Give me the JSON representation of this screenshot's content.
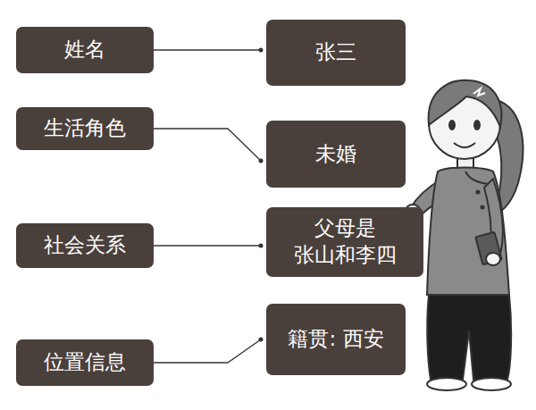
{
  "diagram": {
    "nodes": [
      {
        "text": [
          "姓名"
        ]
      },
      {
        "text": [
          "张三"
        ]
      },
      {
        "text": [
          "生活角色"
        ]
      },
      {
        "text": [
          "未婚"
        ]
      },
      {
        "text": [
          "社会关系"
        ]
      },
      {
        "text": [
          "父母是 张山和李四"
        ]
      },
      {
        "text": [
          "位置信息"
        ]
      },
      {
        "text": [
          "籍贯: 西安"
        ]
      }
    ],
    "edges": [
      {
        "from": 0,
        "to": 1,
        "arrow": "none"
      },
      {
        "from": 2,
        "to": 3,
        "arrow": "none"
      },
      {
        "from": 4,
        "to": 5,
        "arrow": "none"
      },
      {
        "from": 6,
        "to": 7,
        "arrow": "none"
      }
    ]
  }
}
